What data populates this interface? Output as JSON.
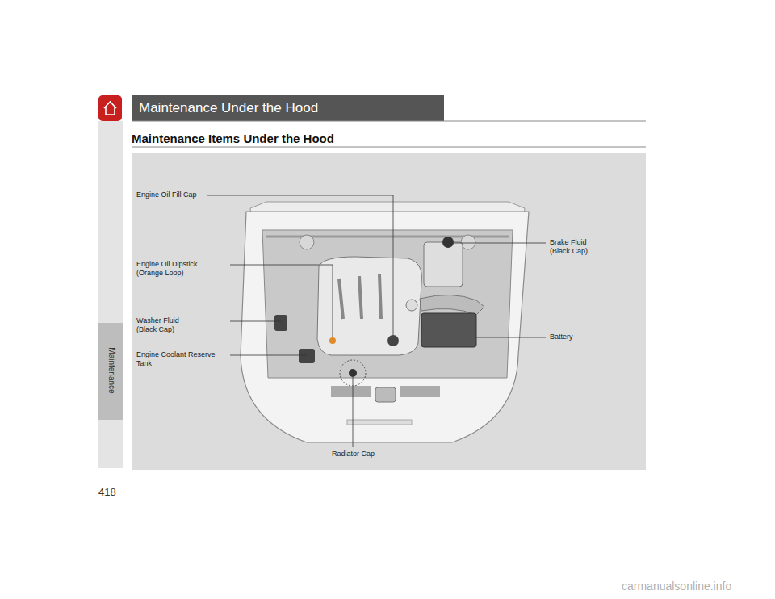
{
  "diagram": {
    "title": "Maintenance Under the Hood",
    "labels": [
      "Maintenance Items Under the Hood",
      "418",
      "Maintenance",
      "Engine Oil Fill Cap",
      "Engine Oil Dipstick (Orange Loop)",
      "Washer Fluid (Black Cap)",
      "Engine Coolant Reserve Tank",
      "Brake Fluid (Black Cap)",
      "Battery",
      "Radiator Cap",
      "carmanualsonline.info"
    ]
  }
}
